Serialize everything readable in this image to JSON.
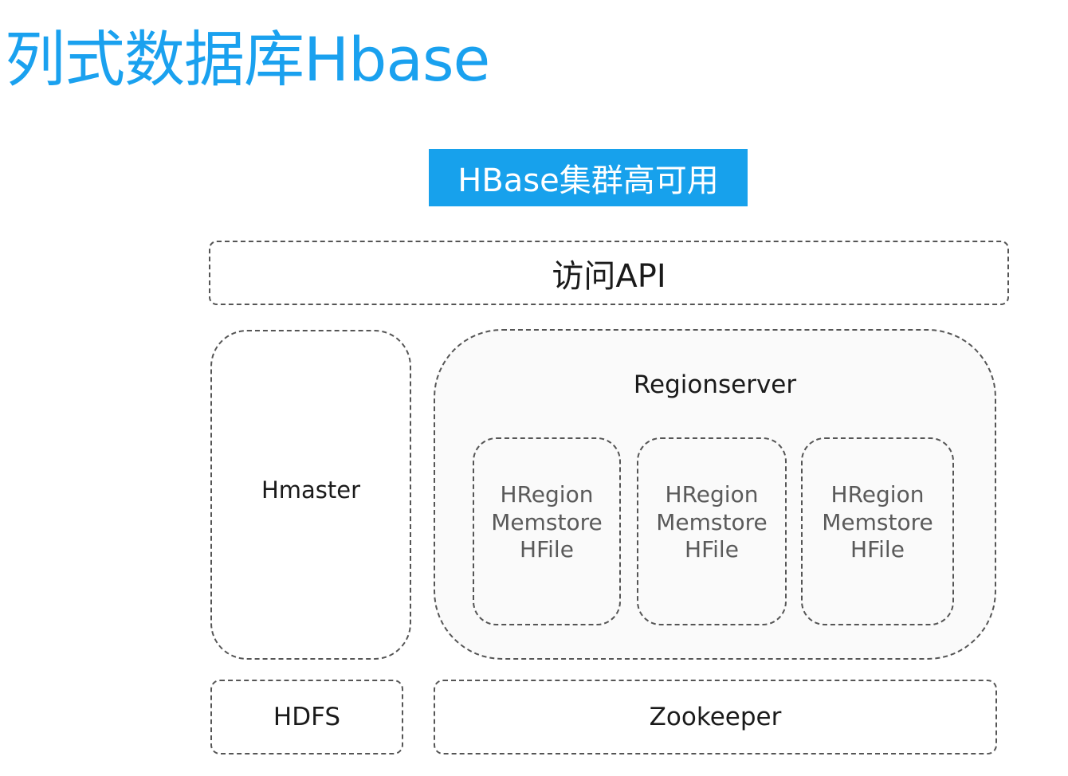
{
  "title": "列式数据库Hbase",
  "banner": "HBase集群高可用",
  "colors": {
    "accent": "#17a1ec",
    "dash": "#555555",
    "text": "#1a1a1a",
    "muted_text": "#5a5a5a"
  },
  "diagram": {
    "api": "访问API",
    "hmaster": "Hmaster",
    "regionserver": {
      "label": "Regionserver",
      "hregions": [
        {
          "line1": "HRegion",
          "line2": "Memstore",
          "line3": "HFile"
        },
        {
          "line1": "HRegion",
          "line2": "Memstore",
          "line3": "HFile"
        },
        {
          "line1": "HRegion",
          "line2": "Memstore",
          "line3": "HFile"
        }
      ]
    },
    "hdfs": "HDFS",
    "zookeeper": "Zookeeper"
  }
}
